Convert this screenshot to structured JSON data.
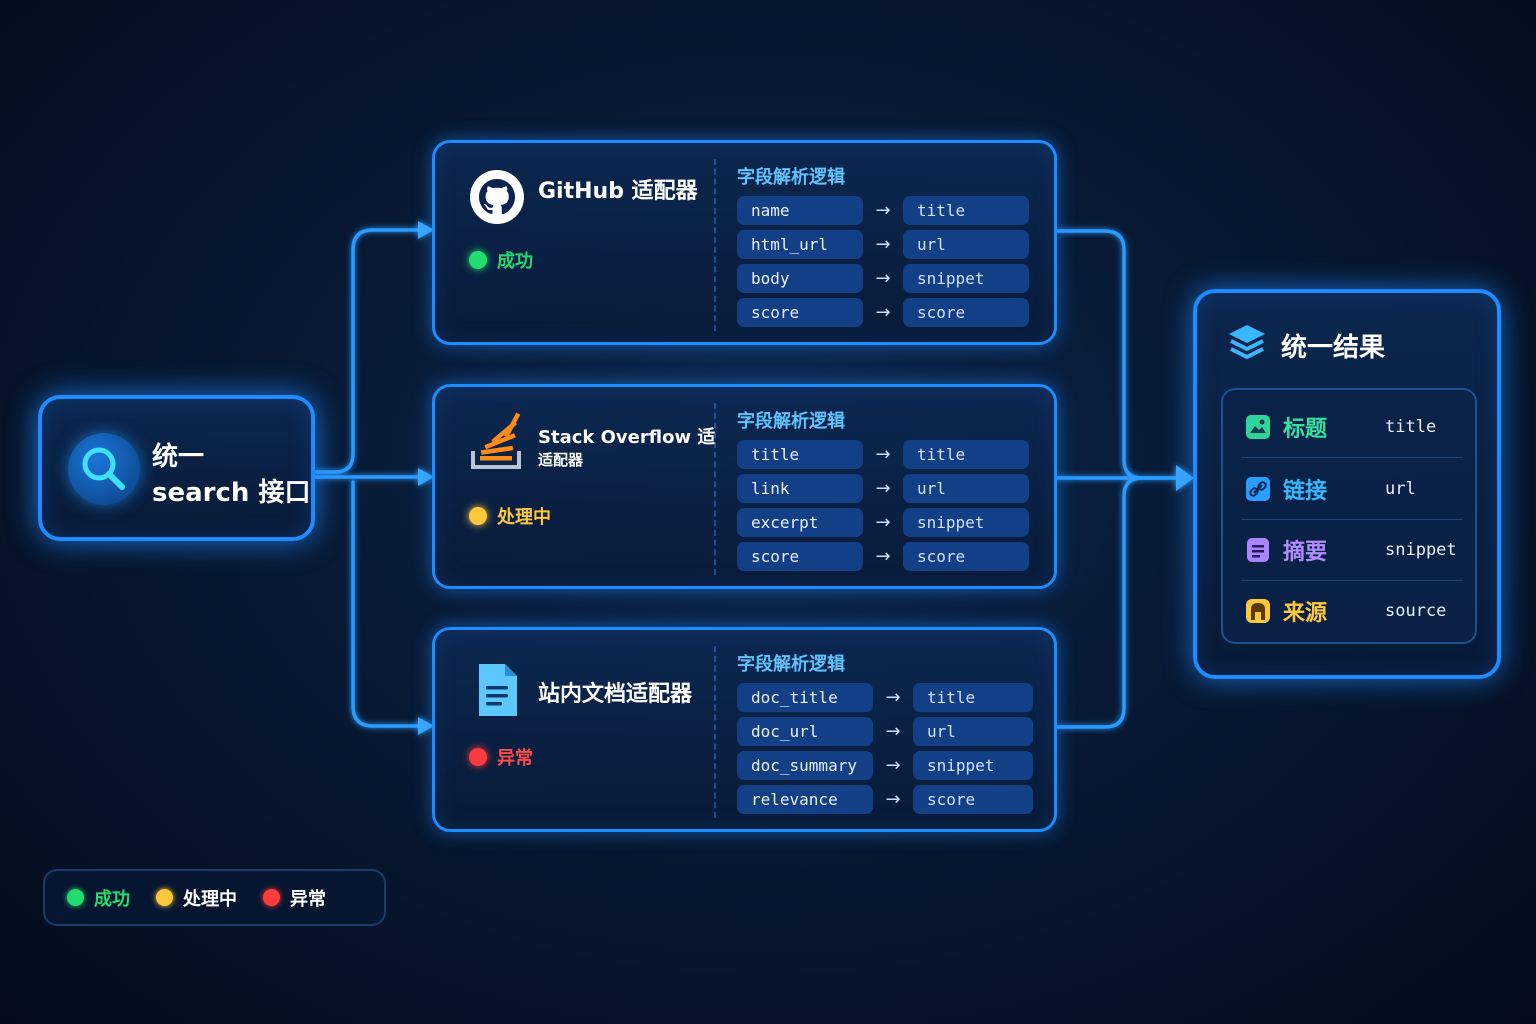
{
  "colors": {
    "accent": "#1e8bff",
    "success": "#22dd6e",
    "processing": "#ffc83a",
    "error": "#ff3b3b",
    "section_title": "#5fc2ff"
  },
  "search": {
    "icon": "search-icon",
    "title_line1": "统一",
    "title_line2": "search 接口"
  },
  "mapping_arrow": "→",
  "adapters": [
    {
      "name": "GitHub 适配器",
      "icon": "github-icon",
      "status": "成功",
      "status_color": "#22dd6e",
      "section_title": "字段解析逻辑",
      "mappings": [
        {
          "from": "name",
          "to": "title"
        },
        {
          "from": "html_url",
          "to": "url"
        },
        {
          "from": "body",
          "to": "snippet"
        },
        {
          "from": "score",
          "to": "score"
        }
      ]
    },
    {
      "name_line1": "Stack Overflow 适",
      "name_line2": "适配器",
      "icon": "stackoverflow-icon",
      "status": "处理中",
      "status_color": "#ffc83a",
      "section_title": "字段解析逻辑",
      "mappings": [
        {
          "from": "title",
          "to": "title"
        },
        {
          "from": "link",
          "to": "url"
        },
        {
          "from": "excerpt",
          "to": "snippet"
        },
        {
          "from": "score",
          "to": "score"
        }
      ]
    },
    {
      "name": "站内文档适配器",
      "icon": "document-icon",
      "status": "异常",
      "status_color": "#ff3b3b",
      "section_title": "字段解析逻辑",
      "mappings": [
        {
          "from": "doc_title",
          "to": "title"
        },
        {
          "from": "doc_url",
          "to": "url"
        },
        {
          "from": "doc_summary",
          "to": "snippet"
        },
        {
          "from": "relevance",
          "to": "score"
        }
      ]
    }
  ],
  "result": {
    "icon": "layers-icon",
    "title": "统一结果",
    "fields": [
      {
        "label": "标题",
        "field": "title",
        "icon": "image-icon",
        "color": "#35e0a0"
      },
      {
        "label": "链接",
        "field": "url",
        "icon": "link-icon",
        "color": "#36b8ff"
      },
      {
        "label": "摘要",
        "field": "snippet",
        "icon": "summary-icon",
        "color": "#b08cff"
      },
      {
        "label": "来源",
        "field": "source",
        "icon": "source-icon",
        "color": "#ffc83a"
      }
    ]
  },
  "legend": [
    {
      "label": "成功",
      "color": "#22dd6e"
    },
    {
      "label": "处理中",
      "color": "#ffc83a"
    },
    {
      "label": "异常",
      "color": "#ff3b3b"
    }
  ]
}
